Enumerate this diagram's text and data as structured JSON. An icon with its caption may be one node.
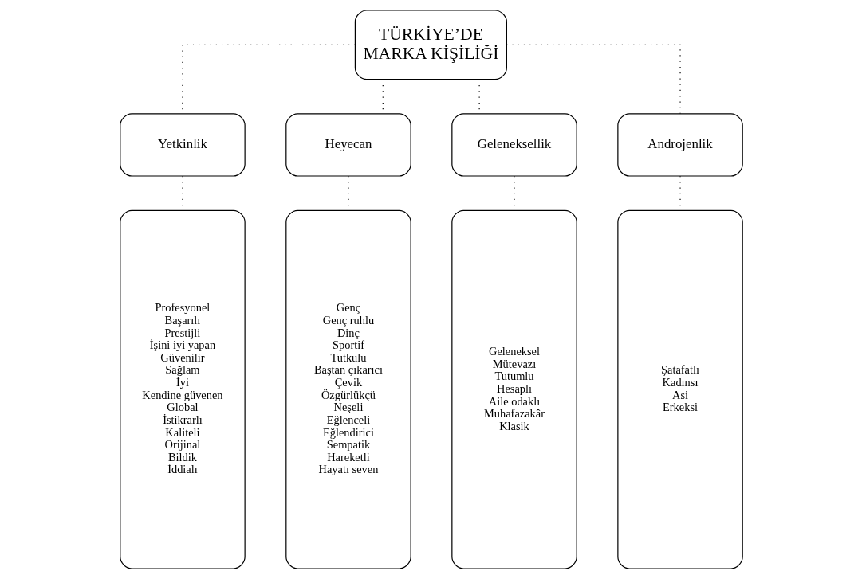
{
  "diagram": {
    "nodes": [
      {
        "text": [
          "TÜRKİYE’DE MARKA KİŞİLİĞİ"
        ]
      },
      {
        "text": [
          "Yetkinlik"
        ]
      },
      {
        "text": [
          "Heyecan"
        ]
      },
      {
        "text": [
          "Geleneksellik"
        ]
      },
      {
        "text": [
          "Androjenlik"
        ]
      },
      {
        "text": [
          "Profesyonel",
          "Başarılı",
          "Prestijli",
          "İşini iyi yapan",
          "Güvenilir",
          "Sağlam",
          "İyi",
          "Kendine güvenen",
          "Global",
          "İstikrarlı",
          "Kaliteli",
          "Orijinal",
          "Bildik",
          "İddialı"
        ]
      },
      {
        "text": [
          "Genç",
          "Genç ruhlu",
          "Dinç",
          "Sportif",
          "Tutkulu",
          "Baştan çıkarıcı",
          "Çevik",
          "Özgürlükçü",
          "Neşeli",
          "Eğlenceli",
          "Eğlendirici",
          "Sempatik",
          "Hareketli",
          "Hayatı seven"
        ]
      },
      {
        "text": [
          "Geleneksel",
          "Mütevazı",
          "Tutumlu",
          "Hesaplı",
          "Aile odaklı",
          "Muhafazakâr",
          "Klasik"
        ]
      },
      {
        "text": [
          "Şatafatlı",
          "Kadınsı",
          "Asi",
          "Erkeksi"
        ]
      }
    ],
    "edges": [
      {
        "from": 0,
        "to": 1,
        "arrow": "none",
        "style": "dashed"
      },
      {
        "from": 0,
        "to": 2,
        "arrow": "none",
        "style": "dashed"
      },
      {
        "from": 0,
        "to": 3,
        "arrow": "none",
        "style": "dashed"
      },
      {
        "from": 0,
        "to": 4,
        "arrow": "none",
        "style": "dashed"
      },
      {
        "from": 1,
        "to": 5,
        "arrow": "none",
        "style": "dashed"
      },
      {
        "from": 2,
        "to": 6,
        "arrow": "none",
        "style": "dashed"
      },
      {
        "from": 3,
        "to": 7,
        "arrow": "none",
        "style": "dashed"
      },
      {
        "from": 4,
        "to": 8,
        "arrow": "none",
        "style": "dashed"
      }
    ]
  }
}
